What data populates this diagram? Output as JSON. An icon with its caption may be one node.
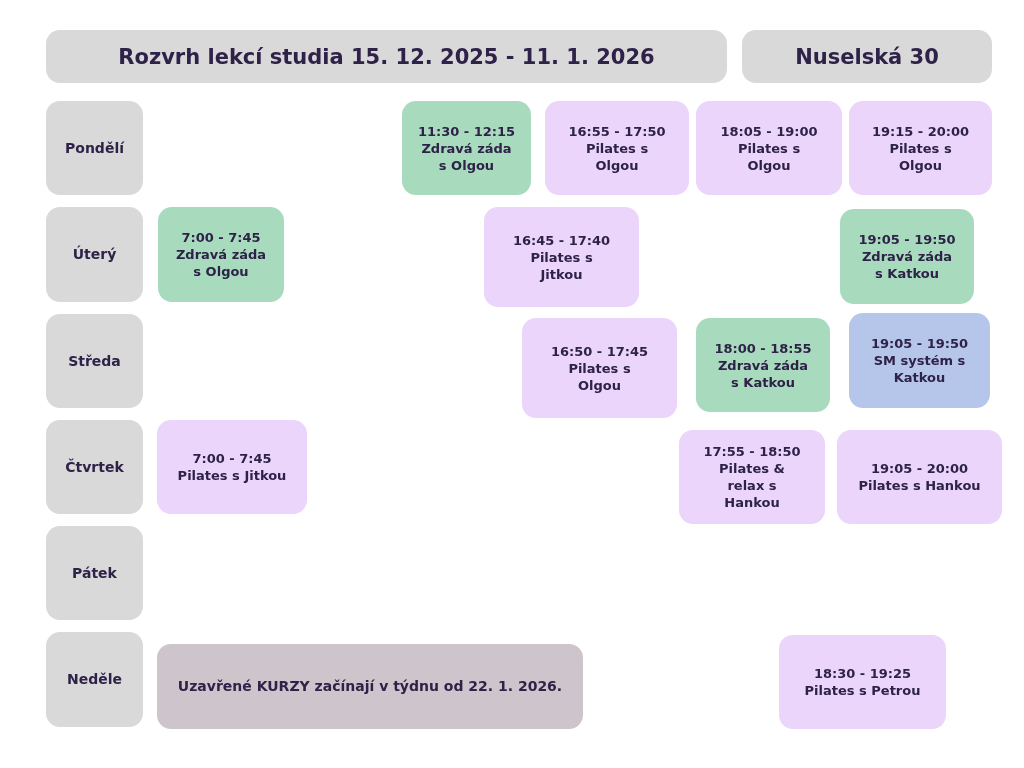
{
  "diagram": {
    "nodes": [
      {
        "text": [
          "Rozvrh lekcí studia 15. 12. 2025 - 11. 1. 2026"
        ]
      },
      {
        "text": [
          "Nuselská 30"
        ]
      },
      {
        "text": [
          "Pondělí"
        ]
      },
      {
        "text": [
          "11:30 - 12:15",
          "Zdravá záda s Olgou"
        ]
      },
      {
        "text": [
          "16:55 - 17:50",
          "Pilates s Olgou"
        ]
      },
      {
        "text": [
          "18:05 - 19:00",
          "Pilates s Olgou"
        ]
      },
      {
        "text": [
          "19:15 - 20:00",
          "Pilates s Olgou"
        ]
      },
      {
        "text": [
          "Úterý"
        ]
      },
      {
        "text": [
          "7:00 - 7:45",
          "Zdravá záda s Olgou"
        ]
      },
      {
        "text": [
          "16:45 - 17:40",
          "Pilates s Jitkou"
        ]
      },
      {
        "text": [
          "19:05 - 19:50",
          "Zdravá záda s Katkou"
        ]
      },
      {
        "text": [
          "Středa"
        ]
      },
      {
        "text": [
          "16:50 - 17:45",
          "Pilates s Olgou"
        ]
      },
      {
        "text": [
          "18:00 - 18:55",
          "Zdravá záda s Katkou"
        ]
      },
      {
        "text": [
          "19:05 - 19:50",
          "SM systém s Katkou"
        ]
      },
      {
        "text": [
          "Čtvrtek"
        ]
      },
      {
        "text": [
          "7:00 - 7:45",
          "Pilates s Jitkou"
        ]
      },
      {
        "text": [
          "17:55 - 18:50",
          "Pilates & relax s Hankou"
        ]
      },
      {
        "text": [
          "19:05 - 20:00",
          "Pilates s Hankou"
        ]
      },
      {
        "text": [
          "Pátek"
        ]
      },
      {
        "text": [
          "Neděle"
        ]
      },
      {
        "text": [
          "Uzavřené KURZY začínají v týdnu od 22. 1. 2026."
        ]
      },
      {
        "text": [
          "18:30 - 19:25",
          "Pilates s Petrou"
        ]
      }
    ]
  }
}
